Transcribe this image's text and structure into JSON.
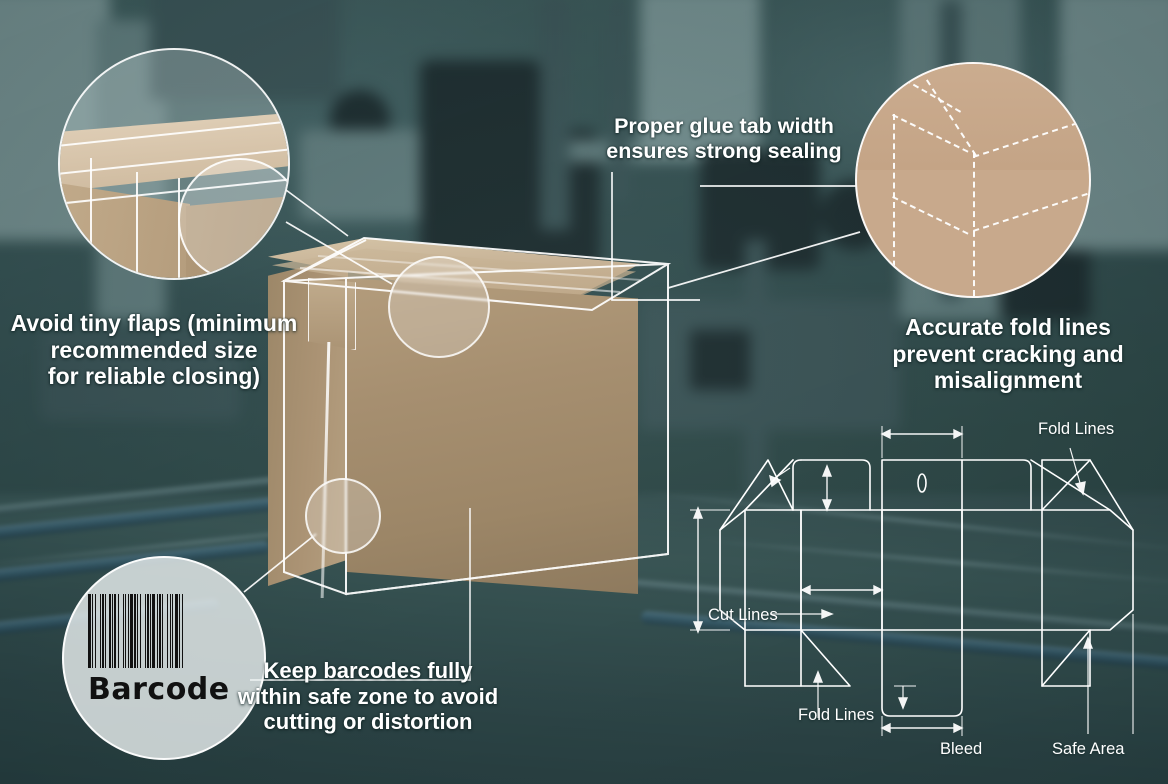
{
  "scene": {
    "title": "Packaging box dieline and print guidelines infographic",
    "background_color": "#4e6c70",
    "cardboard_color": "#a68f70",
    "accent_line_color": "#ffffff"
  },
  "callouts": [
    {
      "id": "flaps",
      "name": "avoid-tiny-flaps",
      "lines": [
        "Avoid tiny flaps (minimum",
        "recommended size",
        "for reliable closing)"
      ]
    },
    {
      "id": "glue",
      "name": "glue-tab-width",
      "lines": [
        "Proper glue tab width",
        "ensures strong sealing"
      ]
    },
    {
      "id": "fold",
      "name": "accurate-fold-lines",
      "lines": [
        "Accurate fold lines",
        "prevent cracking and",
        "misalignment"
      ]
    },
    {
      "id": "barcode",
      "name": "barcode-safe-zone",
      "lines": [
        "Keep barcodes fully",
        "within safe zone to avoid",
        "cutting or distortion"
      ]
    }
  ],
  "barcode_badge": {
    "label": "Barcode",
    "icon": "barcode-icon"
  },
  "dieline": {
    "labels": {
      "fold_lines_top": "Fold Lines",
      "cut_lines": "Cut Lines",
      "fold_lines_bottom": "Fold Lines",
      "bleed": "Bleed",
      "safe_area": "Safe Area"
    }
  }
}
